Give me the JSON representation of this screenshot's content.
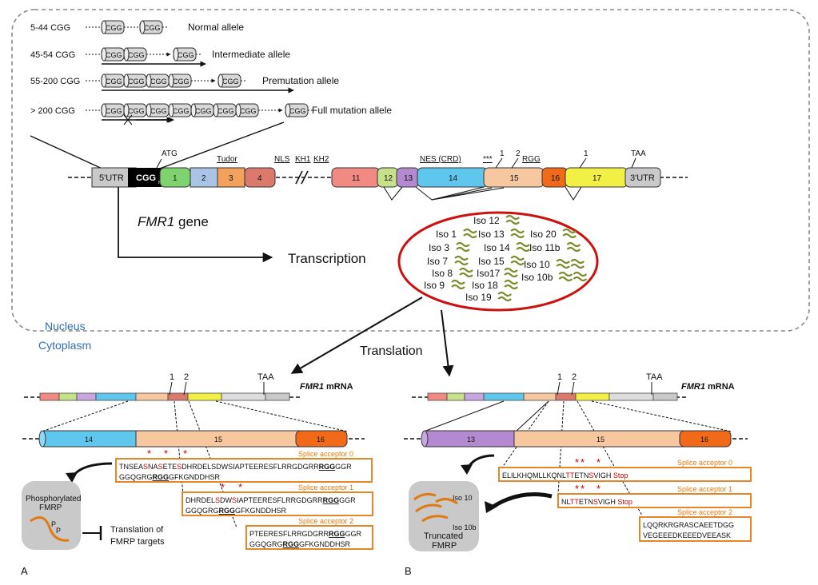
{
  "colors": {
    "exon1": "#7fd36f",
    "exon2": "#a9c4e6",
    "exon3": "#f2a25c",
    "exon4": "#d97a6d",
    "exon11": "#f08a82",
    "exon12": "#c7e08a",
    "exon13": "#b38ad0",
    "exon14": "#5fc7ee",
    "exon15": "#f7c7a0",
    "exon16": "#f06a1a",
    "exon17": "#f2f045",
    "utr": "#c9c9c9",
    "highlight": "#cc0000",
    "box": "#e07a10",
    "iso_wave": "#7a8c2c",
    "mrna_arrow": "#f07820"
  },
  "alleles": [
    {
      "count": "5-44 CGG",
      "repeats": [
        "CGG",
        "CGG"
      ],
      "label": "Normal allele"
    },
    {
      "count": "45-54 CGG",
      "repeats": [
        "CGG",
        "CGG",
        "CGG"
      ],
      "label": "Intermediate allele"
    },
    {
      "count": "55-200 CGG",
      "repeats": [
        "CGG",
        "CGG",
        "CGG",
        "CGG",
        "CGG"
      ],
      "label": "Premutation allele"
    },
    {
      "count": "> 200 CGG",
      "repeats": [
        "CGG",
        "CGG",
        "CGG",
        "CGG",
        "CGG",
        "CGG",
        "CGG",
        "CGG"
      ],
      "label": "Full mutation allele"
    }
  ],
  "gene": {
    "utr5": "5'UTR",
    "cgg": "CGG",
    "cgg_sub": "n",
    "atg": "ATG",
    "tudor": "Tudor",
    "nls": "NLS",
    "kh1": "KH1",
    "kh2": "KH2",
    "nes": "NES (CRD)",
    "stars": "***",
    "one": "1",
    "two": "2",
    "rgg": "RGG",
    "taa": "TAA",
    "utr3": "3'UTR",
    "exons_left": [
      "1",
      "2",
      "3",
      "4"
    ],
    "exons_right": [
      "11",
      "12",
      "13",
      "14",
      "15",
      "16",
      "17"
    ]
  },
  "fmr1_gene": "FMR1",
  "fmr1_gene_suffix": " gene",
  "transcription": "Transcription",
  "isoforms": [
    "Iso 12",
    "Iso 1",
    "Iso 13",
    "Iso 20",
    "Iso 3",
    "Iso 14",
    "Iso 11b",
    "Iso 7",
    "Iso 15",
    "Iso 10",
    "Iso 8",
    "Iso17",
    "Iso 10b",
    "Iso 9",
    "Iso 18",
    "Iso 19"
  ],
  "nucleus": "Nucleus",
  "cytoplasm": "Cytoplasm",
  "translation": "Translation",
  "panelA": {
    "mrna": "FMR1",
    "mrna_suffix": " mRNA",
    "one": "1",
    "two": "2",
    "taa": "TAA",
    "exons": [
      "14",
      "15",
      "16"
    ],
    "boxes": [
      {
        "title": "Splice acceptor 0",
        "line1": [
          [
            "TNSEA",
            0
          ],
          [
            "S",
            1
          ],
          [
            "NA",
            0
          ],
          [
            "S",
            1
          ],
          [
            "ETE",
            0
          ],
          [
            "S",
            1
          ],
          [
            "DHRDELSDWSIAPTEERESFLRRGDGRR",
            0
          ],
          [
            "RGG",
            2
          ],
          [
            "GGR",
            0
          ]
        ],
        "line2": [
          [
            "GGQGRG",
            0
          ],
          [
            "RGG",
            2
          ],
          [
            "GFKGNDDHSR",
            0
          ]
        ]
      },
      {
        "title": "Splice acceptor 1",
        "line1": [
          [
            "DHRDEL",
            0
          ],
          [
            "S",
            1
          ],
          [
            "DW",
            0
          ],
          [
            "S",
            1
          ],
          [
            "IAPTEERESFLRRGDGRR",
            0
          ],
          [
            "RGG",
            2
          ],
          [
            "GGR",
            0
          ]
        ],
        "line2": [
          [
            "GGQGRG",
            0
          ],
          [
            "RGG",
            2
          ],
          [
            "GFKGNDDHSR",
            0
          ]
        ]
      },
      {
        "title": "Splice acceptor 2",
        "line1": [
          [
            "PTEERESFLRRGDGRR",
            0
          ],
          [
            "RGG",
            2
          ],
          [
            "GGR",
            0
          ]
        ],
        "line2": [
          [
            "GGQGRG",
            0
          ],
          [
            "RGG",
            2
          ],
          [
            "GFKGNDDHSR",
            0
          ]
        ]
      }
    ],
    "phospho": "Phosphorylated",
    "fmrp": "FMRP",
    "p": "P",
    "translation_of": "Translation of",
    "fmrp_targets": "FMRP targets",
    "letter": "A"
  },
  "panelB": {
    "mrna": "FMR1",
    "mrna_suffix": " mRNA",
    "one": "1",
    "two": "2",
    "taa": "TAA",
    "exons": [
      "13",
      "15",
      "16"
    ],
    "boxes": [
      {
        "title": "Splice acceptor 0",
        "line1": [
          [
            "ELILKHQMLLKQNL",
            0
          ],
          [
            "TT",
            1
          ],
          [
            "ETN",
            0
          ],
          [
            "S",
            1
          ],
          [
            "VIGH ",
            0
          ],
          [
            "Stop",
            1
          ]
        ]
      },
      {
        "title": "Splice acceptor 1",
        "line1": [
          [
            "NL",
            0
          ],
          [
            "TT",
            1
          ],
          [
            "ETN",
            0
          ],
          [
            "S",
            1
          ],
          [
            "VIGH ",
            0
          ],
          [
            "Stop",
            1
          ]
        ]
      },
      {
        "title": "Splice acceptor 2",
        "line1": [
          [
            "LQQRKRGRASCAEETDGG",
            0
          ]
        ],
        "line2": [
          [
            "VEGEEEDKEEEDVEEASK",
            0
          ]
        ]
      }
    ],
    "iso10": "Iso 10",
    "iso10b": "Iso 10b",
    "truncated": "Truncated",
    "fmrp": "FMRP",
    "letter": "B"
  }
}
